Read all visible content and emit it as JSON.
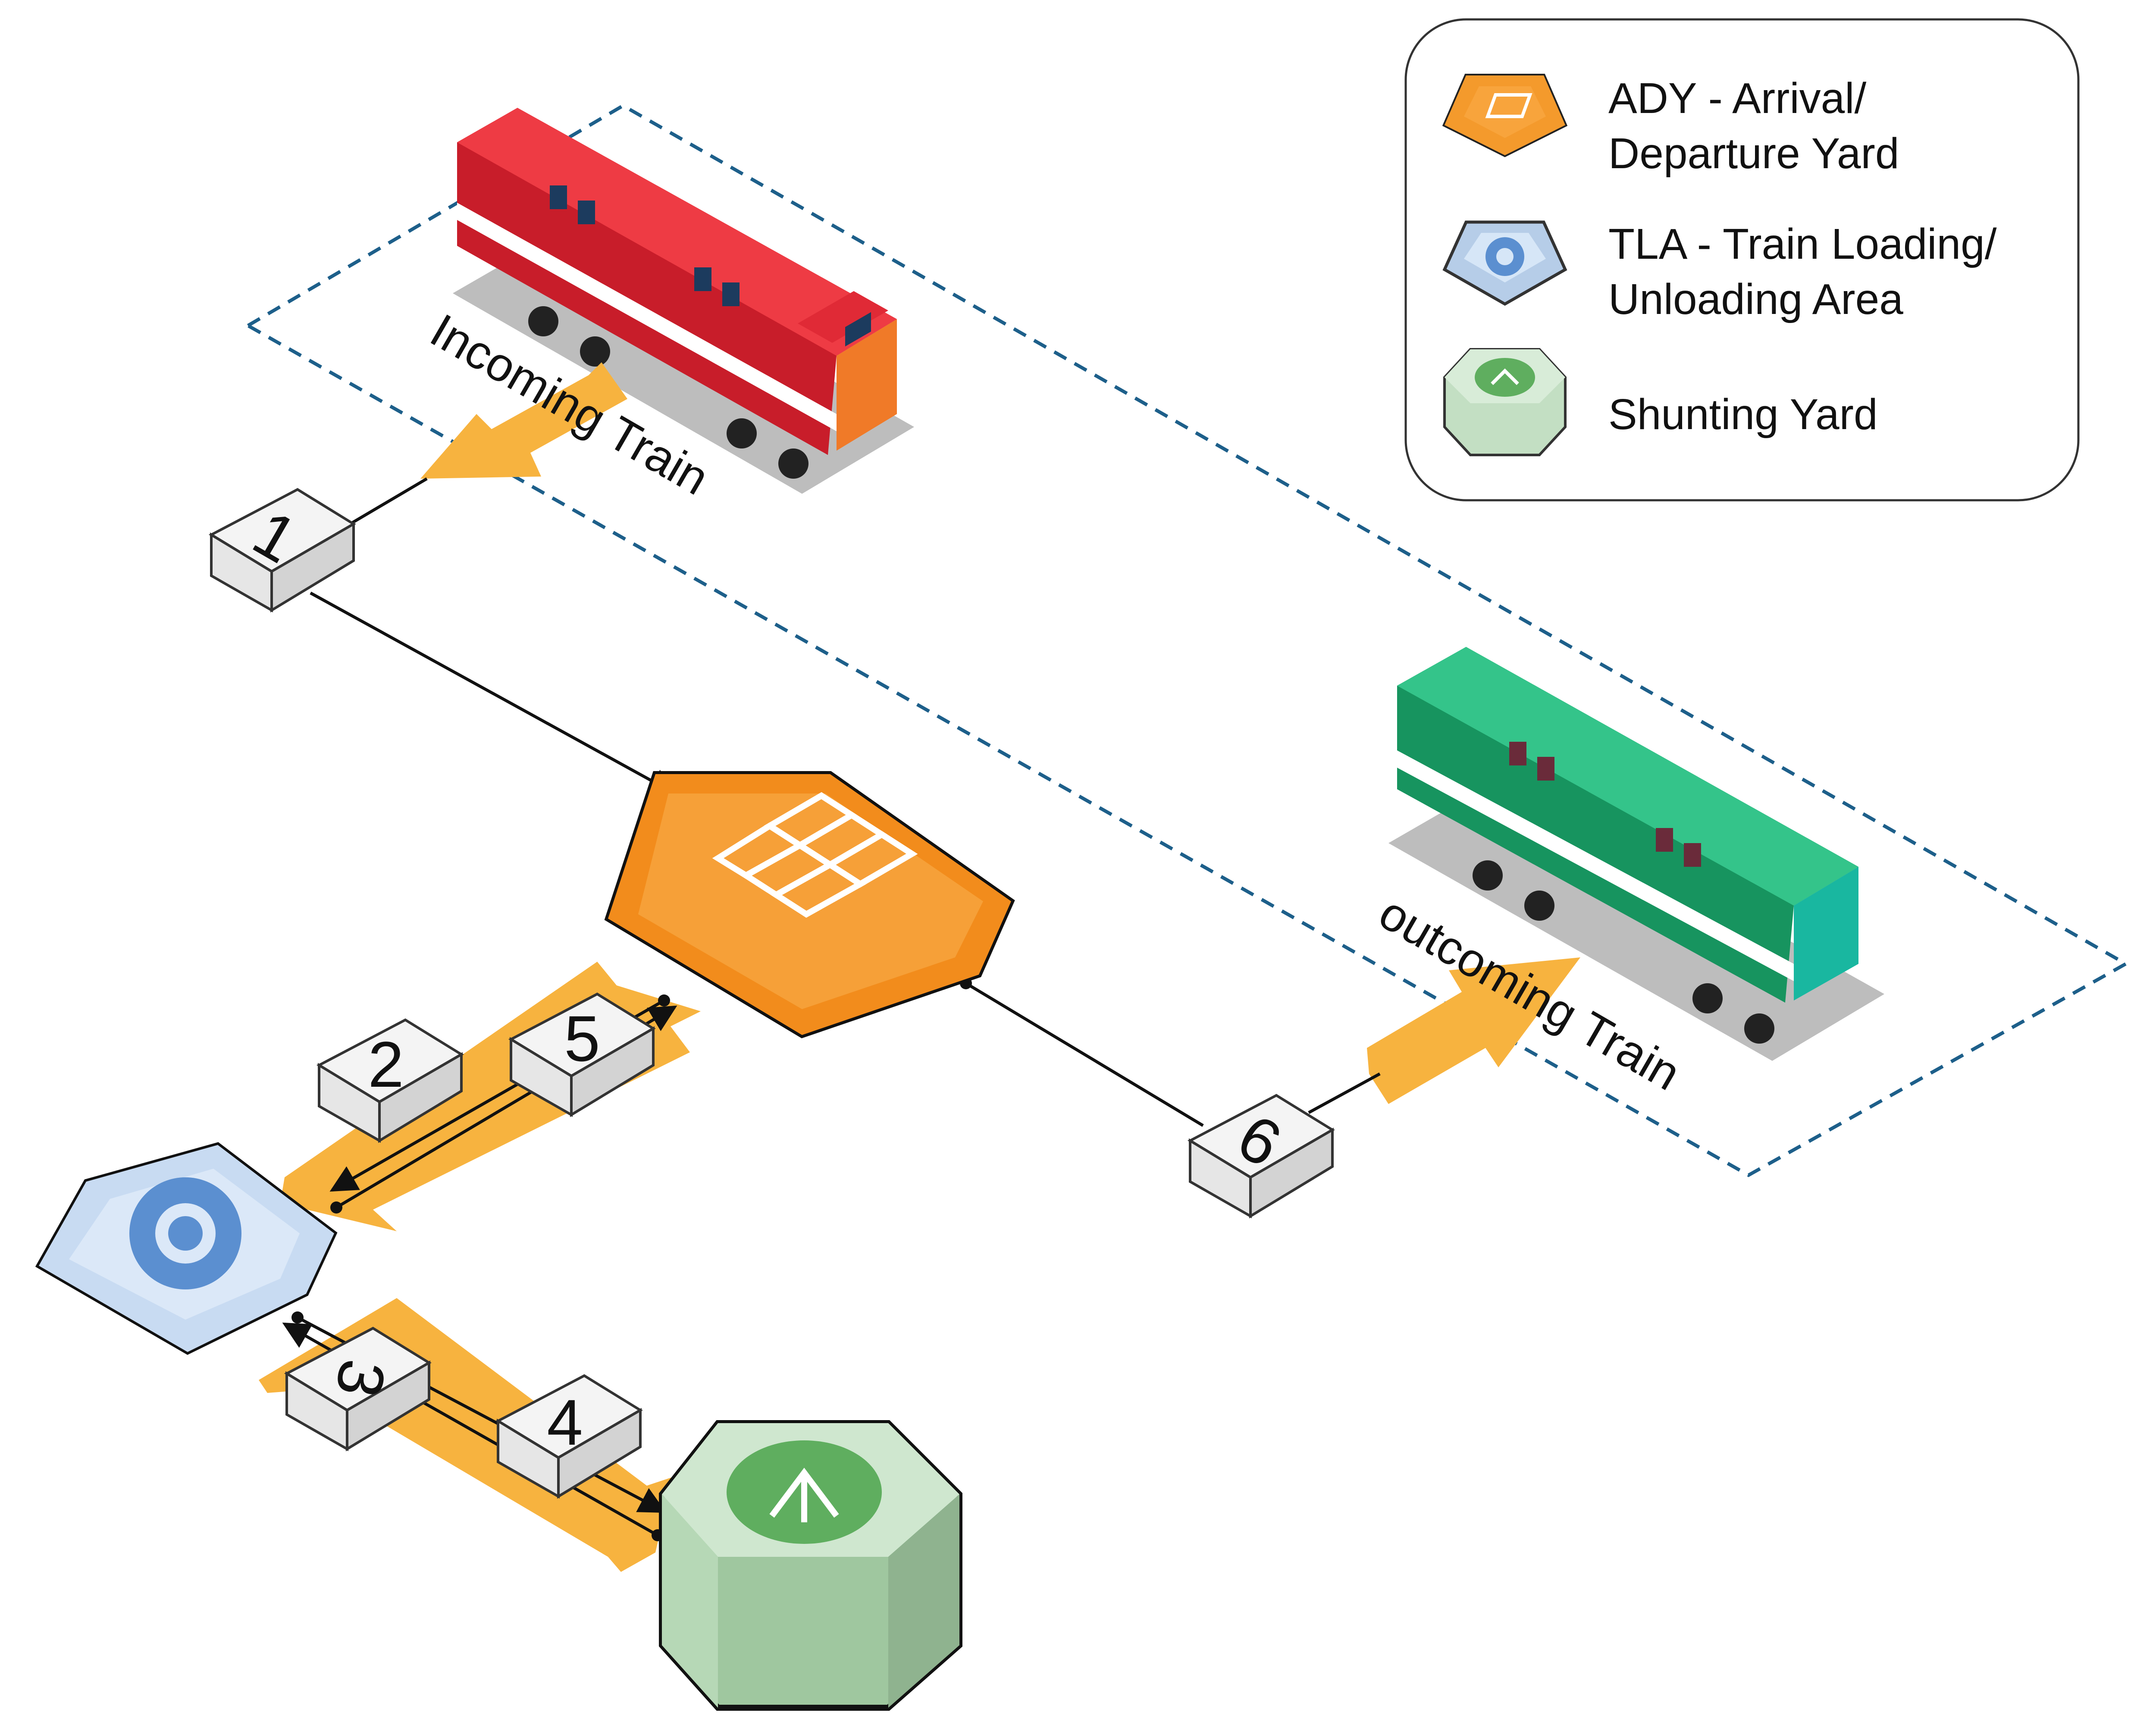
{
  "legend": {
    "items": [
      {
        "id": "ady",
        "line1": "ADY - Arrival/",
        "line2": "Departure Yard",
        "color": "#f4901e"
      },
      {
        "id": "tla",
        "line1": "TLA - Train Loading/",
        "line2": "Unloading Area",
        "color": "#c6dbf2"
      },
      {
        "id": "shunting",
        "line1": "Shunting Yard",
        "line2": "",
        "color": "#cfe7cf"
      }
    ]
  },
  "labels": {
    "incoming": "Incoming Train",
    "outgoing": "outcoming Train"
  },
  "steps": [
    "1",
    "2",
    "3",
    "4",
    "5",
    "6"
  ],
  "colors": {
    "flow_arrow": "#f7b33f",
    "dashed_border": "#1d5f8a",
    "incoming_train": "#e8232f",
    "outgoing_train": "#1fa871"
  },
  "icons": {
    "ady": "grid-icon",
    "tla": "gear-icon",
    "shunting": "branch-tree-icon"
  }
}
